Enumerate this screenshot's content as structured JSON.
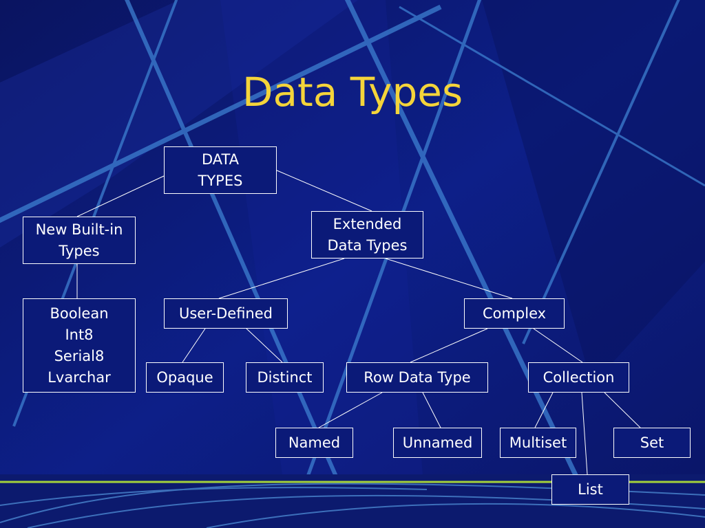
{
  "slide": {
    "title": "Data Types",
    "colors": {
      "background": "#0b1a78",
      "title": "#f4d43a",
      "box_border": "#ffffff",
      "text": "#ffffff",
      "accent_line": "#a5d23a"
    }
  },
  "tree": {
    "nodes": [
      {
        "id": "data-types",
        "lines": [
          "DATA",
          "TYPES"
        ]
      },
      {
        "id": "new-built-in",
        "lines": [
          "New Built-in",
          "Types"
        ]
      },
      {
        "id": "extended",
        "lines": [
          "Extended",
          "Data Types"
        ]
      },
      {
        "id": "builtin-list",
        "lines": [
          "Boolean",
          "Int8",
          "Serial8",
          "Lvarchar"
        ]
      },
      {
        "id": "user-defined",
        "lines": [
          "User-Defined"
        ]
      },
      {
        "id": "complex",
        "lines": [
          "Complex"
        ]
      },
      {
        "id": "opaque",
        "lines": [
          "Opaque"
        ]
      },
      {
        "id": "distinct",
        "lines": [
          "Distinct"
        ]
      },
      {
        "id": "row-data-type",
        "lines": [
          "Row Data Type"
        ]
      },
      {
        "id": "collection",
        "lines": [
          "Collection"
        ]
      },
      {
        "id": "named",
        "lines": [
          "Named"
        ]
      },
      {
        "id": "unnamed",
        "lines": [
          "Unnamed"
        ]
      },
      {
        "id": "multiset",
        "lines": [
          "Multiset"
        ]
      },
      {
        "id": "set",
        "lines": [
          "Set"
        ]
      },
      {
        "id": "list",
        "lines": [
          "List"
        ]
      }
    ],
    "edges": [
      [
        "data-types",
        "new-built-in"
      ],
      [
        "data-types",
        "extended"
      ],
      [
        "new-built-in",
        "builtin-list"
      ],
      [
        "extended",
        "user-defined"
      ],
      [
        "extended",
        "complex"
      ],
      [
        "user-defined",
        "opaque"
      ],
      [
        "user-defined",
        "distinct"
      ],
      [
        "complex",
        "row-data-type"
      ],
      [
        "complex",
        "collection"
      ],
      [
        "row-data-type",
        "named"
      ],
      [
        "row-data-type",
        "unnamed"
      ],
      [
        "collection",
        "multiset"
      ],
      [
        "collection",
        "set"
      ],
      [
        "collection",
        "list"
      ]
    ]
  }
}
